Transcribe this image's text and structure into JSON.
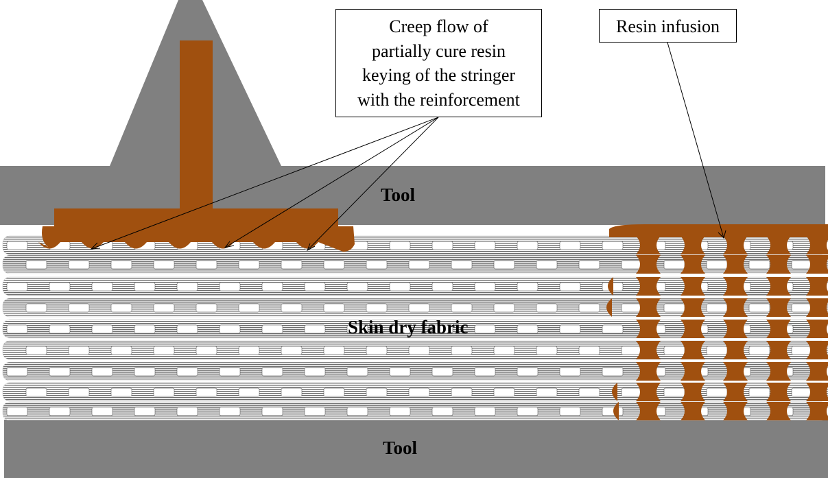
{
  "callouts": {
    "creep_flow_lines": [
      "Creep flow of",
      "partially cure resin",
      "keying of the stringer",
      "with the reinforcement"
    ],
    "resin_infusion": "Resin infusion"
  },
  "labels": {
    "tool_top": "Tool",
    "tool_bottom": "Tool",
    "skin": "Skin dry fabric"
  },
  "colors": {
    "tool": "#808080",
    "resin": "#a0500f",
    "fabric_stripe": "#6e6e6e",
    "fabric_window": "#ffffff",
    "outline": "#000000"
  }
}
